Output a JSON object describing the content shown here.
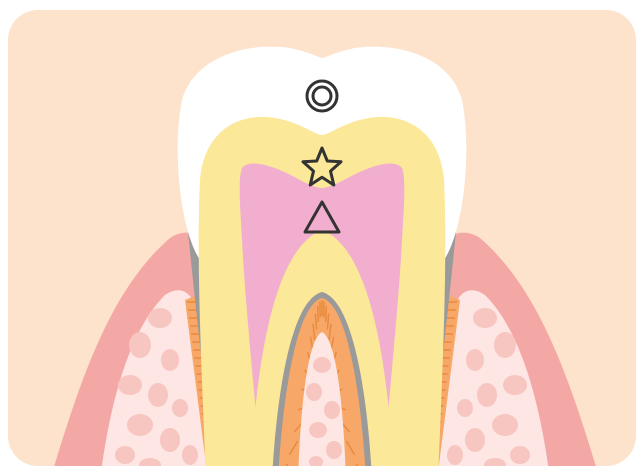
{
  "diagram": {
    "subject": "tooth-cross-section",
    "markers": [
      {
        "shape": "double-circle",
        "layer": "enamel"
      },
      {
        "shape": "star",
        "layer": "dentin"
      },
      {
        "shape": "triangle",
        "layer": "pulp"
      }
    ],
    "colors": {
      "background_panel": "#fde3cb",
      "enamel": "#ffffff",
      "dentin": "#fbe899",
      "pulp": "#f1aecf",
      "gum": "#f4a8a6",
      "gum_inner": "#fde6e4",
      "bone_spot": "#f7c6c0",
      "ligament": "#f7a868",
      "ligament_line": "#e98a3e",
      "cementum": "#9a9a9a",
      "marker_stroke": "#333333"
    }
  }
}
